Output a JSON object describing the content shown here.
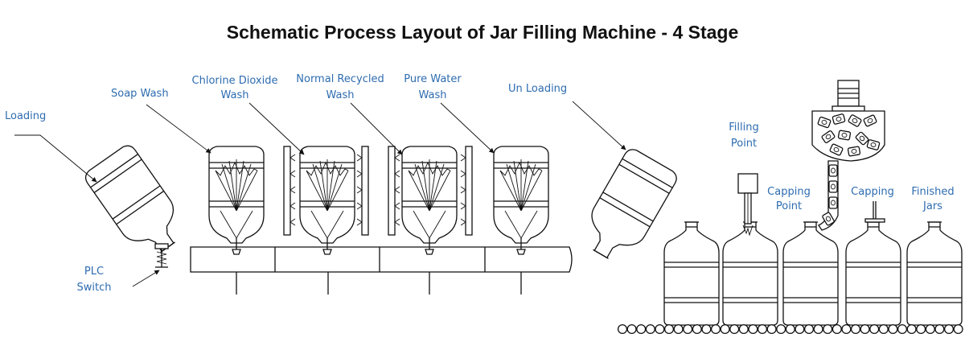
{
  "title": "Schematic Process Layout  of Jar Filling Machine - 4 Stage",
  "labels": {
    "loading": "Loading",
    "soap_wash": "Soap Wash",
    "chlorine_1": "Chlorine Dioxide",
    "chlorine_2": "Wash",
    "recycled_1": "Normal Recycled",
    "recycled_2": "Wash",
    "pure_1": "Pure Water",
    "pure_2": "Wash",
    "unloading": "Un Loading",
    "plc_1": "PLC",
    "plc_2": "Switch",
    "filling_1": "Filling",
    "filling_2": "Point",
    "capping_point_1": "Capping",
    "capping_point_2": "Point",
    "capping": "Capping",
    "finished_1": "Finished",
    "finished_2": "Jars"
  },
  "colors": {
    "label": "#2e6cb0",
    "line": "#111111"
  }
}
